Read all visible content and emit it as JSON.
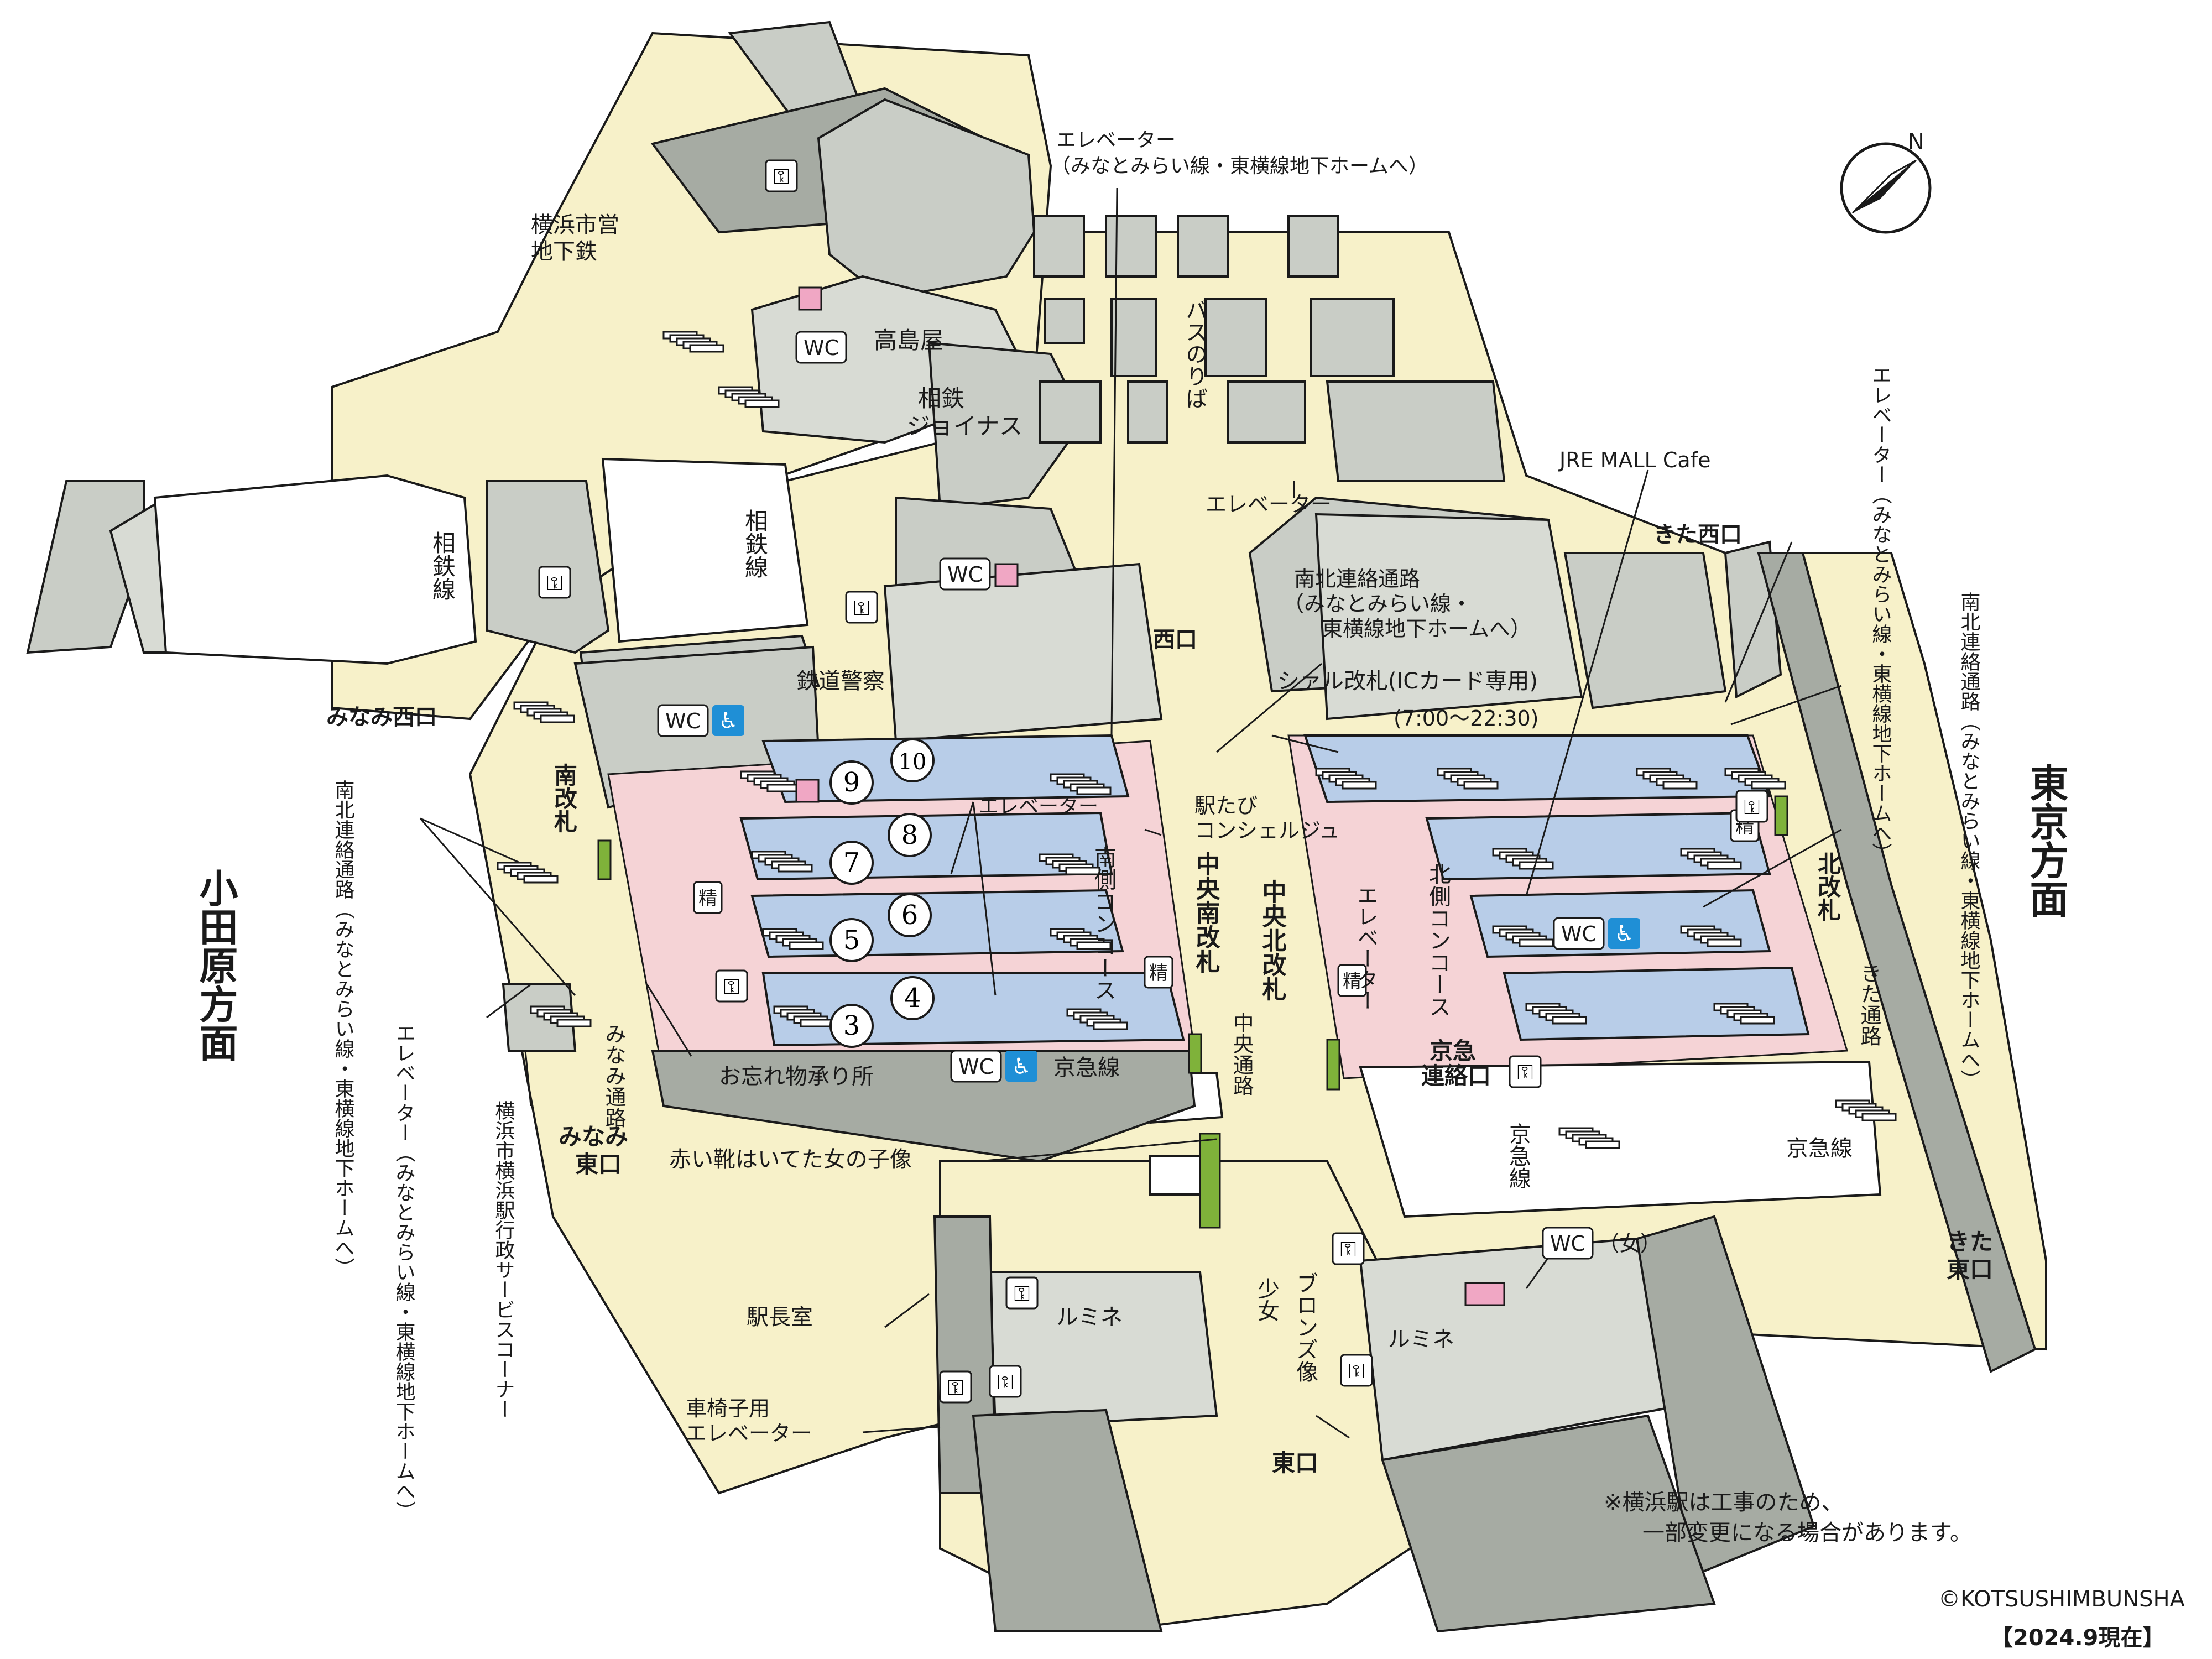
{
  "map": {
    "direction_left": "小田原方面",
    "direction_right": "東京方面",
    "note_line1": "※横浜駅は工事のため、",
    "note_line2": "一部変更になる場合があります。",
    "copyright": "©KOTSUSHIMBUNSHA",
    "date": "【2024.9現在】"
  },
  "labels": {
    "elevator_top_1": "エレベーター",
    "elevator_top_2": "（みなとみらい線・東横線地下ホームへ）",
    "subway": "横浜市営\n地下鉄",
    "takashimaya": "高島屋",
    "sotetsu_joinus": "相鉄\nジョイナス",
    "bus": "バスのりば",
    "sotetsu_line_1": "相鉄線",
    "sotetsu_line_2": "相鉄線",
    "elevator_mid": "エレベーター",
    "jre_mall": "JRE MALL Cafe",
    "kita_nishiguchi": "きた西口",
    "elevator_right": "エレベーター（みなとみらい線・東横線地下ホームへ）",
    "nanboku_right": "南北連絡通路（みなとみらい線・東横線地下ホームへ）",
    "nanboku_mid_1": "南北連絡通路",
    "nanboku_mid_2": "（みなとみらい線・",
    "nanboku_mid_3": "東横線地下ホームへ）",
    "nishiguchi": "西口",
    "tetsudo_keisatsu": "鉄道警察",
    "shiaru": "シァル改札(ICカード専用)",
    "shiaru_time": "(7:00〜22:30)",
    "minami_nishiguchi": "みなみ西口",
    "minami_kaisatsu": "南改札",
    "nanboku_left": "南北連絡通路（みなとみらい線・東横線地下ホームへ）",
    "elevator_platform": "エレベーター",
    "ekitabi_1": "駅たび",
    "ekitabi_2": "コンシェルジュ",
    "minami_concourse": "南側コンコース",
    "chuo_minami": "中央南改札",
    "chuo_kita": "中央北改札",
    "kita_concourse": "北側コンコース",
    "elevator_kita": "エレベーター",
    "kita_kaisatsu": "北改札",
    "kita_tsuro": "きた通路",
    "sei": "精",
    "wc": "WC",
    "wc_women": "WC（女）",
    "keikyu_line": "京急線",
    "keikyu_line_2": "京急線",
    "keikyu_line_3": "京急線",
    "keikyu_renraku": "京急\n連絡口",
    "chuo_tsuro": "中央通路",
    "otasuremono": "お忘れ物承り所",
    "minami_tsuro": "みなみ通路",
    "elevator_left": "エレベーター（みなとみらい線・東横線地下ホームへ）",
    "gyosei": "横浜市横浜駅行政サービスコーナー",
    "minami_higashiguchi": "みなみ\n東口",
    "akai_kutsu": "赤い靴はいてた女の子像",
    "ekichoshitsu": "駅長室",
    "lumine_1": "ルミネ",
    "lumine_2": "ルミネ",
    "kurumaisu_1": "車椅子用",
    "kurumaisu_2": "エレベーター",
    "bronze": "ブロンズ像",
    "shojo": "少女",
    "higashiguchi": "東口",
    "kita_higashiguchi": "きた\n東口"
  },
  "platforms": [
    "10",
    "9",
    "8",
    "7",
    "6",
    "5",
    "4",
    "3"
  ],
  "legend_icons": [
    "locker-icon",
    "wheelchair-icon",
    "compass-icon",
    "elevator-icon"
  ],
  "colors": {
    "platform": "#b8cde8",
    "concourse": "#f5d3d6",
    "building": "#c9cdc6",
    "floor": "#f7f1c9",
    "gate": "#7fb23a",
    "accessible": "#1f8fd6"
  }
}
